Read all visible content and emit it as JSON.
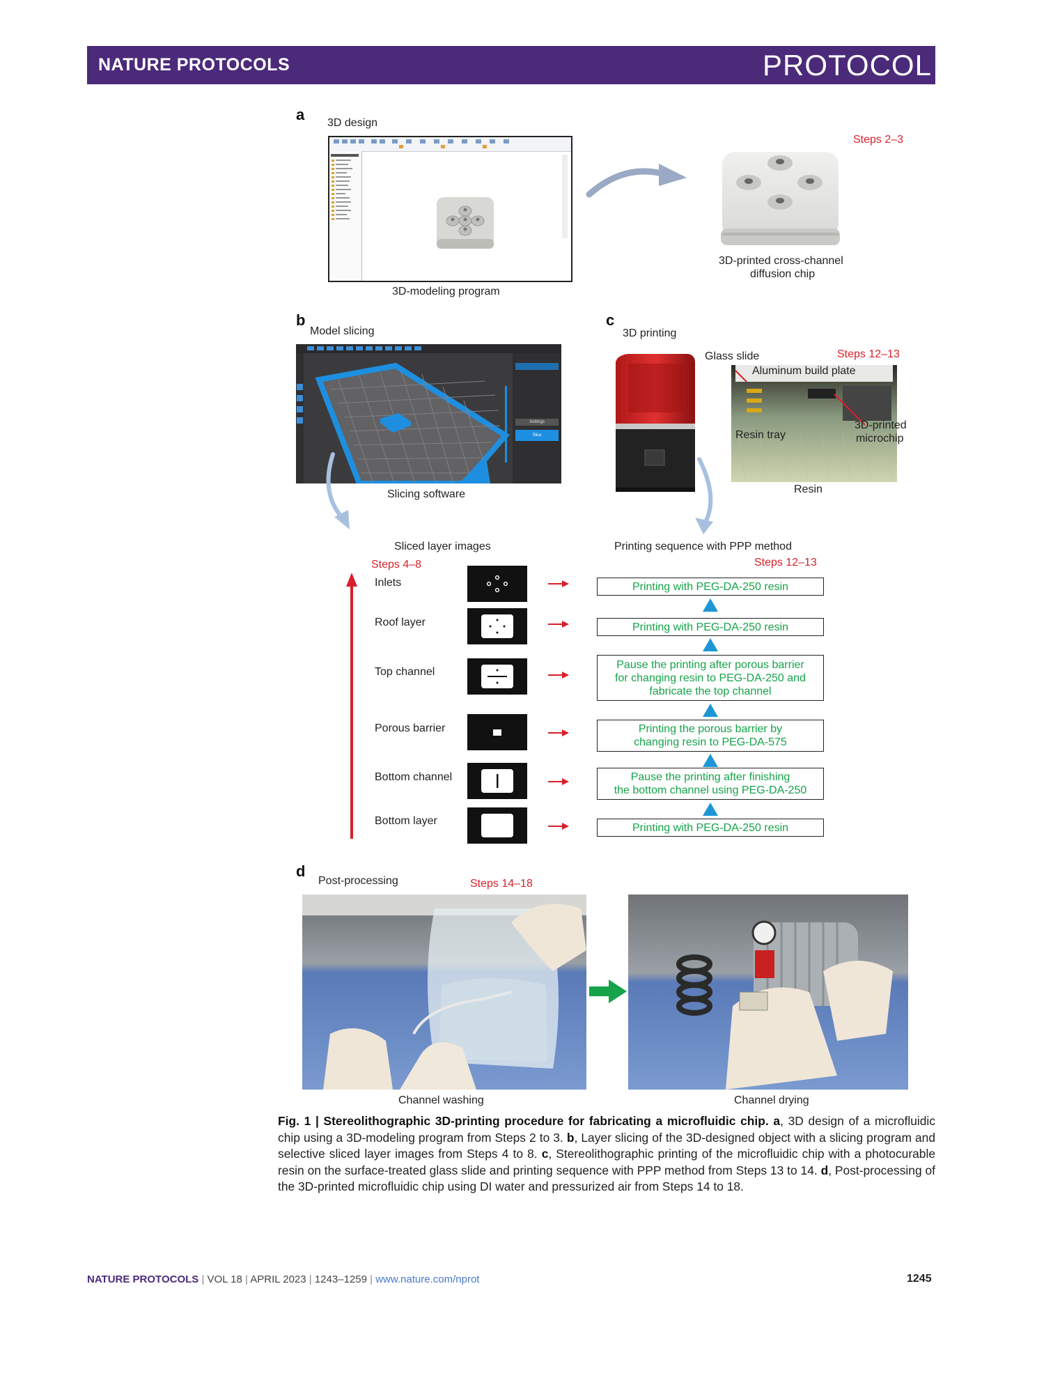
{
  "header": {
    "journal": "NATURE PROTOCOLS",
    "type": "PROTOCOL",
    "bar_color": "#4b2a7a"
  },
  "panel_a": {
    "letter": "a",
    "title": "3D design",
    "program_caption": "3D-modeling program",
    "steps": "Steps 2–3",
    "chip_caption_line1": "3D-printed cross-channel",
    "chip_caption_line2": "diffusion chip"
  },
  "panel_b": {
    "letter": "b",
    "title": "Model slicing",
    "software_caption": "Slicing software",
    "slicer_buttons": [
      "Settings",
      "Slice"
    ]
  },
  "panel_c": {
    "letter": "c",
    "title": "3D printing",
    "steps": "Steps 12–13",
    "glass_slide": "Glass slide",
    "build_plate": "Aluminum build plate",
    "resin_tray": "Resin tray",
    "microchip_line1": "3D-printed",
    "microchip_line2": "microchip",
    "resin_caption": "Resin"
  },
  "sliced": {
    "heading": "Sliced layer images",
    "steps": "Steps 4–8",
    "layers": [
      "Inlets",
      "Roof layer",
      "Top channel",
      "Porous barrier",
      "Bottom channel",
      "Bottom layer"
    ]
  },
  "sequence": {
    "heading": "Printing sequence with PPP method",
    "steps": "Steps 12–13",
    "items": [
      "Printing with PEG-DA-250 resin",
      "Printing with PEG-DA-250 resin",
      "Pause the printing after porous barrier\nfor changing resin to PEG-DA-250 and\nfabricate the top channel",
      "Printing the porous barrier by\nchanging resin to PEG-DA-575",
      "Pause the printing after finishing\nthe bottom channel using PEG-DA-250",
      "Printing with PEG-DA-250 resin"
    ]
  },
  "panel_d": {
    "letter": "d",
    "title": "Post-processing",
    "steps": "Steps 14–18",
    "washing": "Channel washing",
    "drying": "Channel drying"
  },
  "caption": {
    "label": "Fig. 1 | Stereolithographic 3D-printing procedure for fabricating a microfluidic chip.",
    "a": "a",
    "a_text": ", 3D design of a microfluidic chip using a 3D-modeling program from Steps 2 to 3. ",
    "b": "b",
    "b_text": ", Layer slicing of the 3D-designed object with a slicing program and selective sliced layer images from Steps 4 to 8. ",
    "c": "c",
    "c_text": ", Stereolithographic printing of the microfluidic chip with a photocurable resin on the surface-treated glass slide and printing sequence with PPP method from Steps 13 to 14. ",
    "d": "d",
    "d_text": ", Post-processing of the 3D-printed microfluidic chip using DI water and pressurized air from Steps 14 to 18."
  },
  "footer": {
    "journal": "NATURE PROTOCOLS",
    "vol": "VOL 18",
    "date": "APRIL 2023",
    "pages": "1243–1259",
    "url": "www.nature.com/nprot",
    "page_number": "1245"
  }
}
